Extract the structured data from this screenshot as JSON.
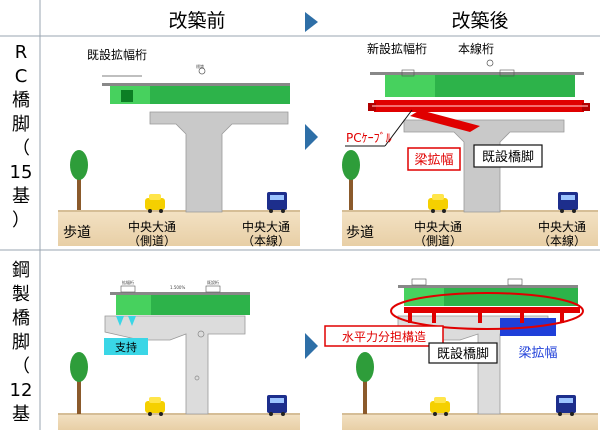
{
  "header": {
    "before": "改築前",
    "after": "改築後"
  },
  "rows": [
    {
      "label_chars": [
        "R",
        "C",
        "橋",
        "脚",
        "（",
        "15",
        "基",
        "）"
      ],
      "before": {
        "deck_label": "既設拡幅桁",
        "sidewalk": "歩道",
        "road_side": [
          "中央大通",
          "（側道）"
        ],
        "road_main": [
          "中央大通",
          "（本線）"
        ]
      },
      "after": {
        "deck_label_new": "新設拡幅桁",
        "deck_label_main": "本線桁",
        "cable_label": "PCｹｰﾌﾞﾙ",
        "beam_widen": "梁拡幅",
        "existing_pier": "既設橋脚",
        "sidewalk": "歩道",
        "road_side": [
          "中央大通",
          "（側道）"
        ],
        "road_main": [
          "中央大通",
          "（本線）"
        ]
      }
    },
    {
      "label_chars": [
        "鋼",
        "製",
        "橋",
        "脚",
        "（",
        "12",
        "基",
        "）"
      ],
      "before": {
        "bearing_label": "支持"
      },
      "after": {
        "horizontal_struct": "水平力分担構造",
        "existing_pier": "既設橋脚",
        "beam_widen": "梁拡幅"
      }
    }
  ],
  "small_texts": {
    "widen_girder": "拡幅桁",
    "existing_girder": "既設桁",
    "slope": "1.500%"
  },
  "colors": {
    "arrow": "#2e6fa7",
    "green": "#2db34a",
    "concrete": "#c9c9c9",
    "ground": "#eed9b7",
    "red": "#e00000",
    "blue": "#1f3fd9",
    "cyan": "#3ad6e6"
  }
}
